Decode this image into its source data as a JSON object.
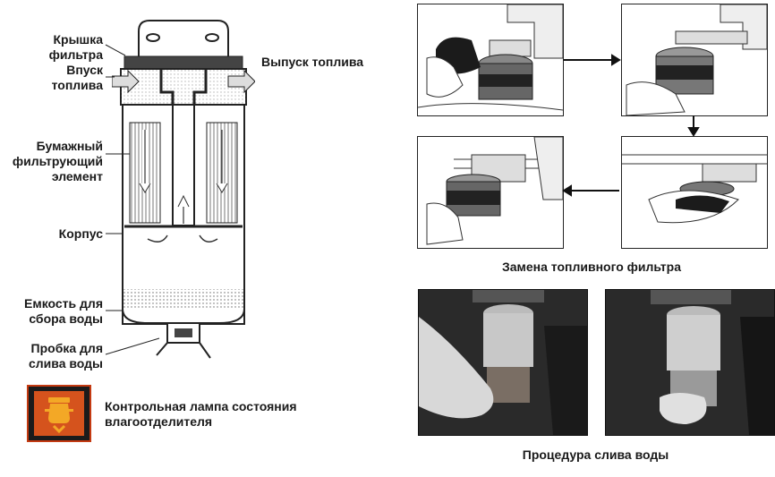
{
  "diagram": {
    "labels": {
      "cap": "Крышка\nфильтра",
      "inlet": "Впуск\nтоплива",
      "outlet": "Выпуск топлива",
      "paper": "Бумажный\nфильтрующий\nэлемент",
      "housing": "Корпус",
      "water_bowl": "Емкость для\nсбора воды",
      "drain_plug": "Пробка для\nслива воды"
    },
    "lamp": {
      "text": "Контрольная лампа состояния\nвлагоотделителя",
      "icon": "water-separator-warning-icon",
      "color": "#f0a020"
    }
  },
  "captions": {
    "replacement": "Замена топливного фильтра",
    "draining": "Процедура слива воды"
  }
}
